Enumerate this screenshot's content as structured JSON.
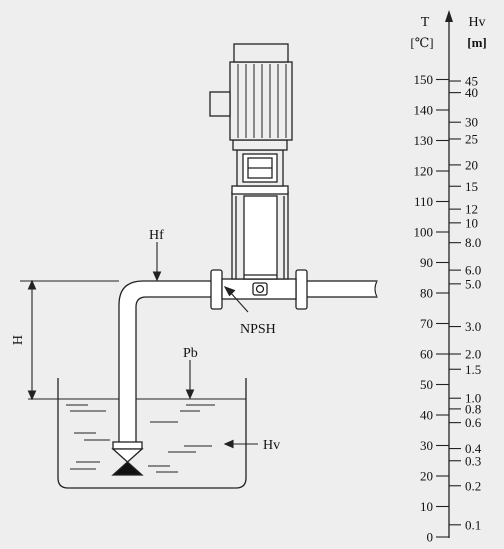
{
  "labels": {
    "hf": "Hf",
    "h": "H",
    "pb": "Pb",
    "hv": "Hv",
    "npsh": "NPSH"
  },
  "scale": {
    "t_title": "T",
    "t_unit": "[℃]",
    "hv_title": "Hv",
    "hv_unit": "[m]",
    "t_ticks": [
      {
        "label": "150",
        "v": 150
      },
      {
        "label": "140",
        "v": 140
      },
      {
        "label": "130",
        "v": 130
      },
      {
        "label": "120",
        "v": 120
      },
      {
        "label": "110",
        "v": 110
      },
      {
        "label": "100",
        "v": 100
      },
      {
        "label": "90",
        "v": 90
      },
      {
        "label": "80",
        "v": 80
      },
      {
        "label": "70",
        "v": 70
      },
      {
        "label": "60",
        "v": 60
      },
      {
        "label": "50",
        "v": 50
      },
      {
        "label": "40",
        "v": 40
      },
      {
        "label": "30",
        "v": 30
      },
      {
        "label": "20",
        "v": 20
      },
      {
        "label": "10",
        "v": 10
      },
      {
        "label": "0",
        "v": 0
      }
    ],
    "hv_ticks": [
      {
        "label": "45",
        "t": 149.5
      },
      {
        "label": "40",
        "t": 145.7
      },
      {
        "label": "30",
        "t": 136
      },
      {
        "label": "25",
        "t": 130.5
      },
      {
        "label": "20",
        "t": 122
      },
      {
        "label": "15",
        "t": 115
      },
      {
        "label": "12",
        "t": 107.5
      },
      {
        "label": "10",
        "t": 103
      },
      {
        "label": "8.0",
        "t": 96.5
      },
      {
        "label": "6.0",
        "t": 87.5
      },
      {
        "label": "5.0",
        "t": 83
      },
      {
        "label": "3.0",
        "t": 69
      },
      {
        "label": "2.0",
        "t": 60
      },
      {
        "label": "1.5",
        "t": 55
      },
      {
        "label": "1.0",
        "t": 45.5
      },
      {
        "label": "0.8",
        "t": 42
      },
      {
        "label": "0.6",
        "t": 37.5
      },
      {
        "label": "0.4",
        "t": 29
      },
      {
        "label": "0.3",
        "t": 25
      },
      {
        "label": "0.2",
        "t": 16.8
      },
      {
        "label": "0.1",
        "t": 4
      }
    ]
  },
  "colors": {
    "background": "#eeeeee",
    "line": "#222222",
    "pipe_fill": "#ffffff",
    "motor_fill": "#eeeeee"
  }
}
